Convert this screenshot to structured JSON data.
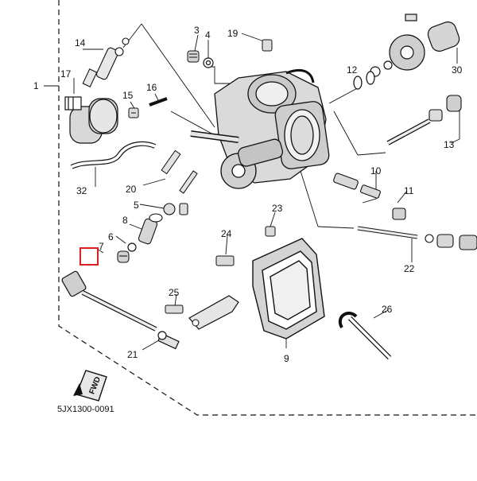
{
  "diagram": {
    "part_callouts": [
      "1",
      "3",
      "4",
      "5",
      "6",
      "7",
      "8",
      "9",
      "10",
      "11",
      "12",
      "13",
      "14",
      "15",
      "16",
      "17",
      "19",
      "20",
      "21",
      "22",
      "23",
      "24",
      "25",
      "26",
      "30",
      "32"
    ],
    "direction_badge": "FWD",
    "drawing_code": "5JX1300-0091",
    "selected_callout": "7"
  },
  "colors": {
    "line": "#111111",
    "highlight": "#e02020",
    "background": "#ffffff"
  }
}
